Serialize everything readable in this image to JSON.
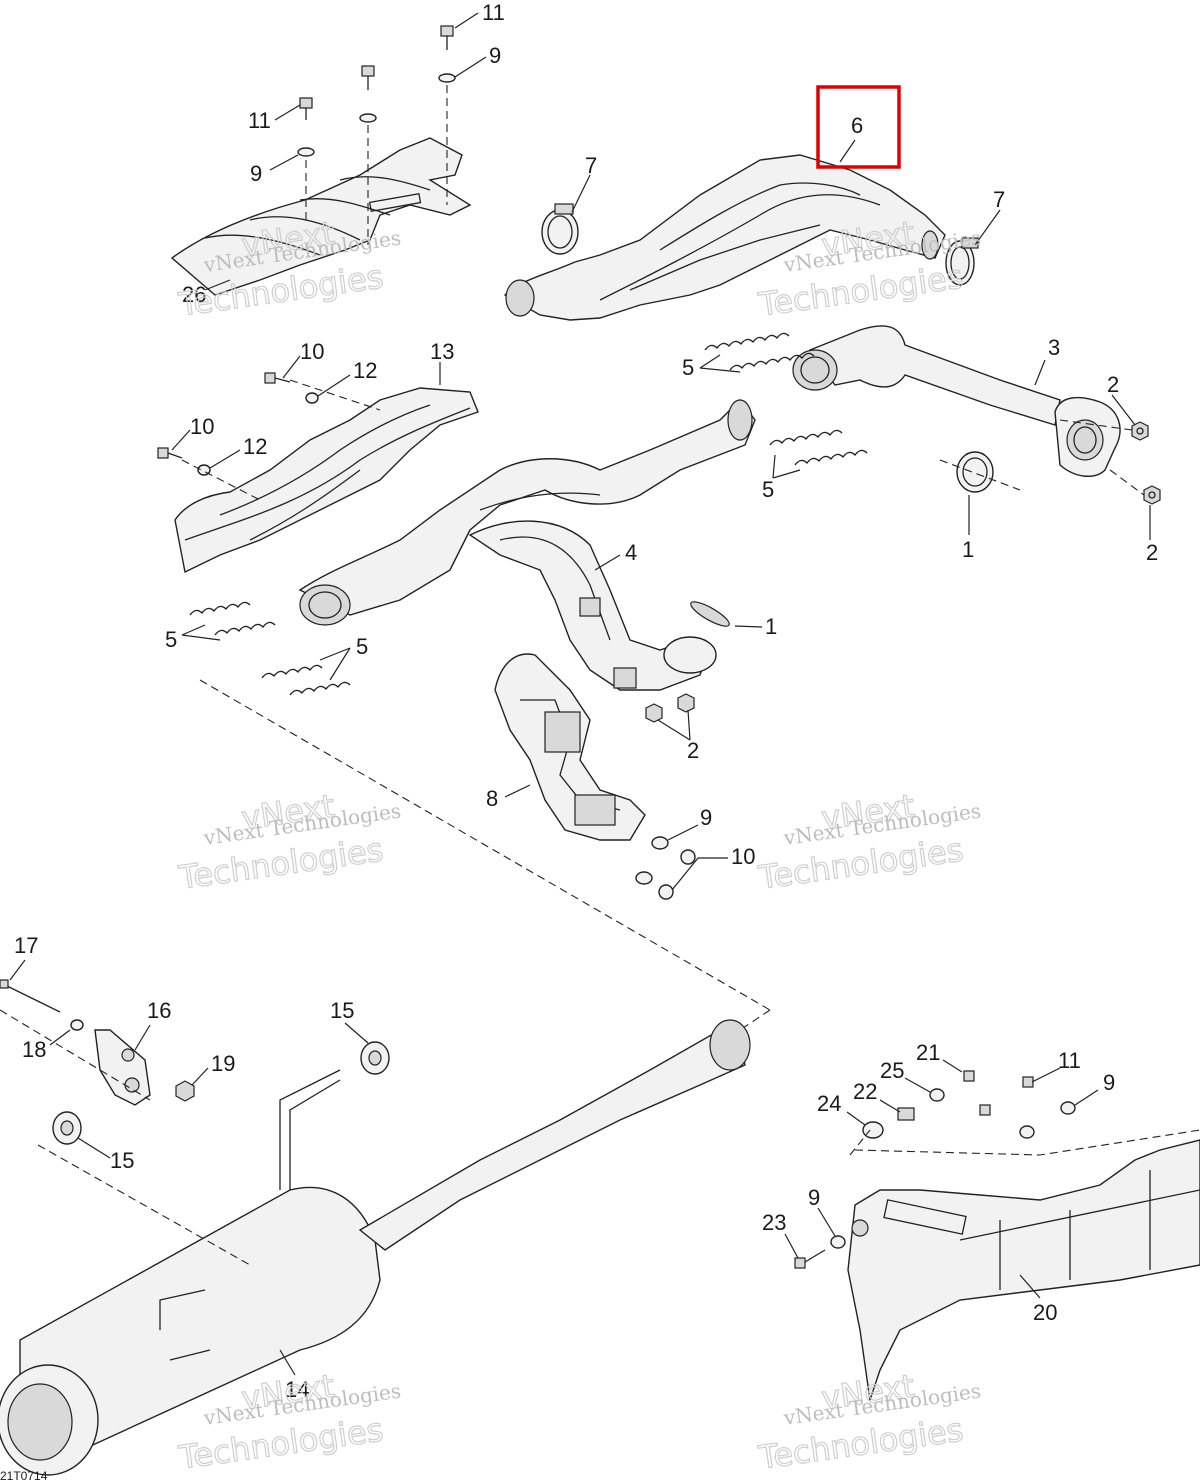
{
  "diagram_code": "21T0714",
  "watermark": {
    "line1": "vNext Technologies",
    "line2": "vNext",
    "line3": "Technologies"
  },
  "highlight_color": "#e00000",
  "labels": {
    "callout_11_top": "11",
    "callout_9_top": "9",
    "callout_11_left": "11",
    "callout_9_left": "9",
    "callout_26": "26",
    "callout_6": "6",
    "callout_7_left": "7",
    "callout_7_right": "7",
    "callout_10_a": "10",
    "callout_12_a": "12",
    "callout_13": "13",
    "callout_10_b": "10",
    "callout_12_b": "12",
    "callout_5_top": "5",
    "callout_3": "3",
    "callout_2_a": "2",
    "callout_5_mid": "5",
    "callout_1_right": "1",
    "callout_2_b": "2",
    "callout_4": "4",
    "callout_1_mid": "1",
    "callout_5_left": "5",
    "callout_5_left2": "5",
    "callout_2_c": "2",
    "callout_8": "8",
    "callout_9_mid": "9",
    "callout_10_mid": "10",
    "callout_17": "17",
    "callout_16": "16",
    "callout_18": "18",
    "callout_19": "19",
    "callout_15_top": "15",
    "callout_15_left": "15",
    "callout_14": "14",
    "callout_21": "21",
    "callout_11_right": "11",
    "callout_25": "25",
    "callout_22": "22",
    "callout_9_right": "9",
    "callout_24": "24",
    "callout_9_low": "9",
    "callout_23": "23",
    "callout_20": "20"
  }
}
